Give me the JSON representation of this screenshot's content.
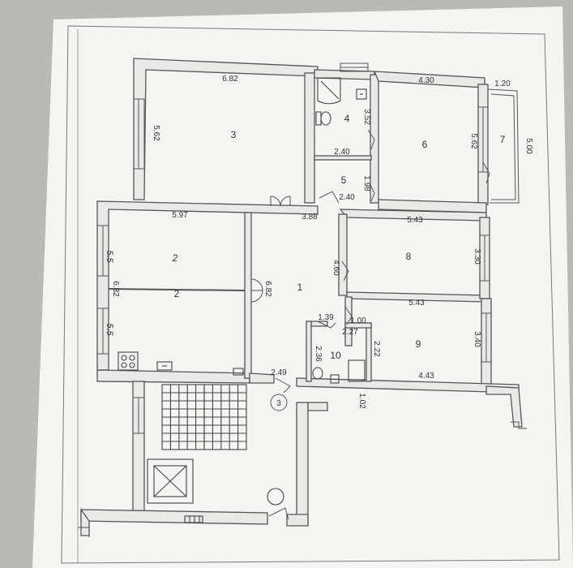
{
  "rooms": [
    {
      "id": "r3",
      "number": "3"
    },
    {
      "id": "r4",
      "number": "4"
    },
    {
      "id": "r5",
      "number": "5"
    },
    {
      "id": "r6",
      "number": "6"
    },
    {
      "id": "r7",
      "number": "7"
    },
    {
      "id": "r2a",
      "number": "2"
    },
    {
      "id": "r2b",
      "number": "2"
    },
    {
      "id": "r1",
      "number": "1"
    },
    {
      "id": "r8",
      "number": "8"
    },
    {
      "id": "r9",
      "number": "9"
    },
    {
      "id": "r10",
      "number": "10"
    },
    {
      "id": "stair",
      "number": "3"
    }
  ],
  "dimensions": [
    {
      "id": "d1",
      "text": "6.82"
    },
    {
      "id": "d2",
      "text": "5.62"
    },
    {
      "id": "d3",
      "text": "4.30"
    },
    {
      "id": "d4",
      "text": "1.20"
    },
    {
      "id": "d5",
      "text": "3.52"
    },
    {
      "id": "d6",
      "text": "5.62"
    },
    {
      "id": "d7",
      "text": "5.00"
    },
    {
      "id": "d8",
      "text": "2.40"
    },
    {
      "id": "d9",
      "text": "1.98"
    },
    {
      "id": "d10",
      "text": "2.40"
    },
    {
      "id": "d11",
      "text": "3.88"
    },
    {
      "id": "d12",
      "text": "5.97"
    },
    {
      "id": "d13",
      "text": "5.43"
    },
    {
      "id": "d14",
      "text": "3.30"
    },
    {
      "id": "d15",
      "text": "4.60"
    },
    {
      "id": "d16",
      "text": "6.82"
    },
    {
      "id": "d17",
      "text": "6.82"
    },
    {
      "id": "d18",
      "text": "5.43"
    },
    {
      "id": "d19",
      "text": "1.39"
    },
    {
      "id": "d20",
      "text": "1.00"
    },
    {
      "id": "d21",
      "text": "2.27"
    },
    {
      "id": "d22",
      "text": "3.40"
    },
    {
      "id": "d23",
      "text": "2.36"
    },
    {
      "id": "d24",
      "text": "2.22"
    },
    {
      "id": "d25",
      "text": "4.43"
    },
    {
      "id": "d26",
      "text": "2.49"
    },
    {
      "id": "d27",
      "text": "1.02"
    }
  ],
  "handwritten": [
    {
      "id": "h1",
      "text": "2"
    },
    {
      "id": "h2",
      "text": "5.5"
    },
    {
      "id": "h3",
      "text": "5.5"
    }
  ]
}
